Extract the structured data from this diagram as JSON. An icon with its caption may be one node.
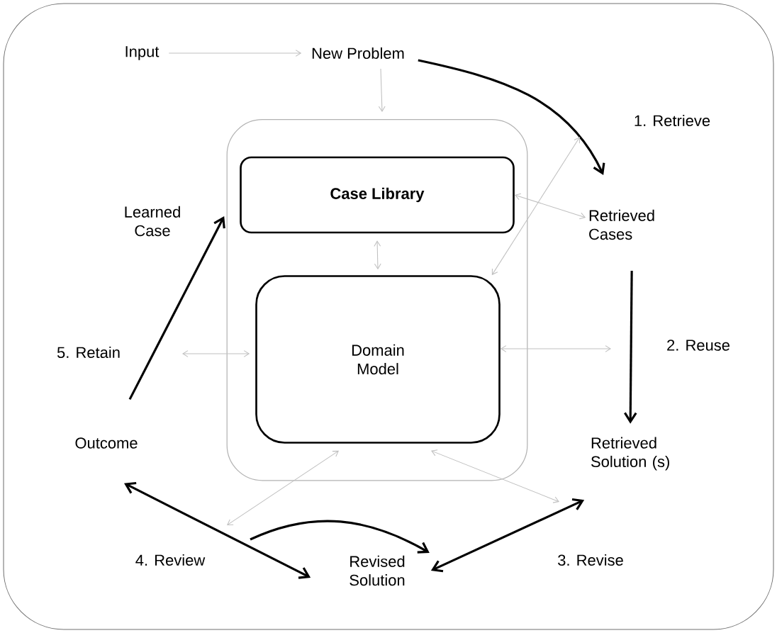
{
  "diagram": {
    "nodes": [
      {
        "text": [
          "Input"
        ]
      },
      {
        "text": [
          "New Problem"
        ]
      },
      {
        "text": [],
        "shape": "box"
      },
      {
        "text": [
          "Case Library"
        ],
        "in": 2
      },
      {
        "text": [
          "Domain Model"
        ],
        "in": 2
      },
      {
        "text": [
          "Retrieved Cases"
        ]
      },
      {
        "text": [
          "Retrieved Solution (s)"
        ]
      },
      {
        "text": [
          "Revised Solution"
        ]
      },
      {
        "text": [
          "Outcome"
        ]
      }
    ],
    "edges": [
      {
        "from": 0,
        "to": 1,
        "arrow": "to"
      },
      {
        "from": 1,
        "to": 2,
        "arrow": "to"
      },
      {
        "from": 1,
        "to": 5,
        "arrow": "to",
        "label": "1. Retrieve",
        "style": "thick",
        "color": "#000000"
      },
      {
        "from": 3,
        "to": 5,
        "arrow": "both"
      },
      {
        "from": 4,
        "to": null,
        "arrow": "both"
      },
      {
        "from": 3,
        "to": 4,
        "arrow": "both"
      },
      {
        "from": 5,
        "to": 6,
        "arrow": "to",
        "label": "2. Reuse",
        "style": "thick",
        "color": "#000000"
      },
      {
        "from": 4,
        "to": null,
        "arrow": "both"
      },
      {
        "from": 7,
        "to": 6,
        "arrow": "both",
        "label": "3. Revise",
        "style": "thick",
        "color": "#000000"
      },
      {
        "from": null,
        "to": 7,
        "arrow": "to",
        "style": "thick",
        "color": "#000000"
      },
      {
        "from": 4,
        "to": null,
        "arrow": "both"
      },
      {
        "from": 4,
        "to": null,
        "arrow": "both"
      },
      {
        "from": 8,
        "to": 7,
        "arrow": "both",
        "label": "4. Review",
        "style": "thick",
        "color": "#000000"
      },
      {
        "from": 8,
        "to": 3,
        "arrow": "to",
        "label": "5. Retain",
        "style": "thick",
        "color": "#000000"
      },
      {
        "from": null,
        "to": 4,
        "arrow": "both"
      }
    ],
    "labels": [
      "Learned Case"
    ]
  }
}
